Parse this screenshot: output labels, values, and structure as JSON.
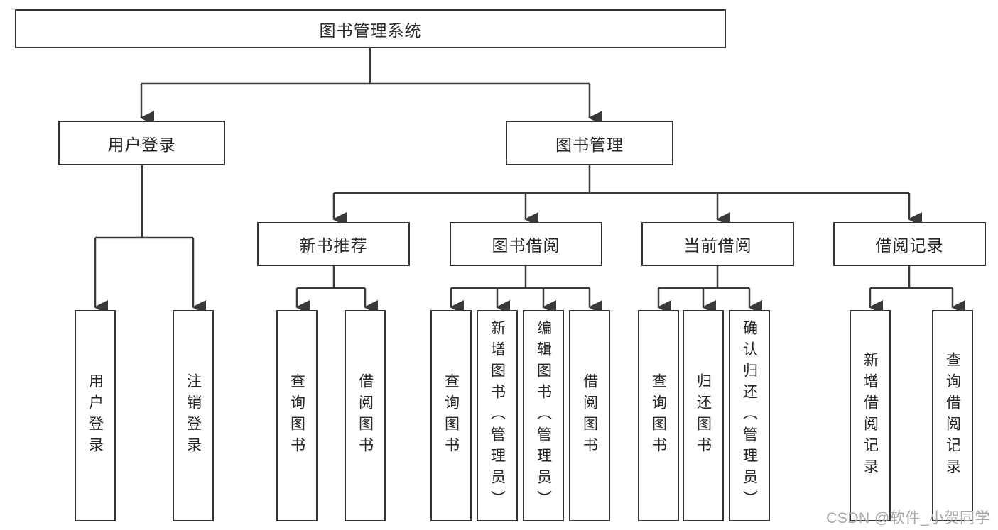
{
  "diagram": {
    "type": "hierarchy",
    "watermark": "CSDN @软件_小贺同学",
    "colors": {
      "line": "#3a3a3a",
      "border": "#333333",
      "text": "#262626",
      "watermark": "#a6a6a6",
      "background": "#ffffff"
    },
    "tree": {
      "root": "图书管理系统",
      "branches": [
        {
          "label": "用户登录",
          "children": [
            "用户登录",
            "注销登录"
          ]
        },
        {
          "label": "图书管理",
          "groups": [
            {
              "label": "新书推荐",
              "children": [
                "查询图书",
                "借阅图书"
              ]
            },
            {
              "label": "图书借阅",
              "children": [
                "查询图书",
                "新增图书（管理员）",
                "编辑图书（管理员）",
                "借阅图书"
              ]
            },
            {
              "label": "当前借阅",
              "children": [
                "查询图书",
                "归还图书",
                "确认归还（管理员）"
              ]
            },
            {
              "label": "借阅记录",
              "children": [
                "新增借阅记录",
                "查询借阅记录"
              ]
            }
          ]
        }
      ]
    }
  }
}
